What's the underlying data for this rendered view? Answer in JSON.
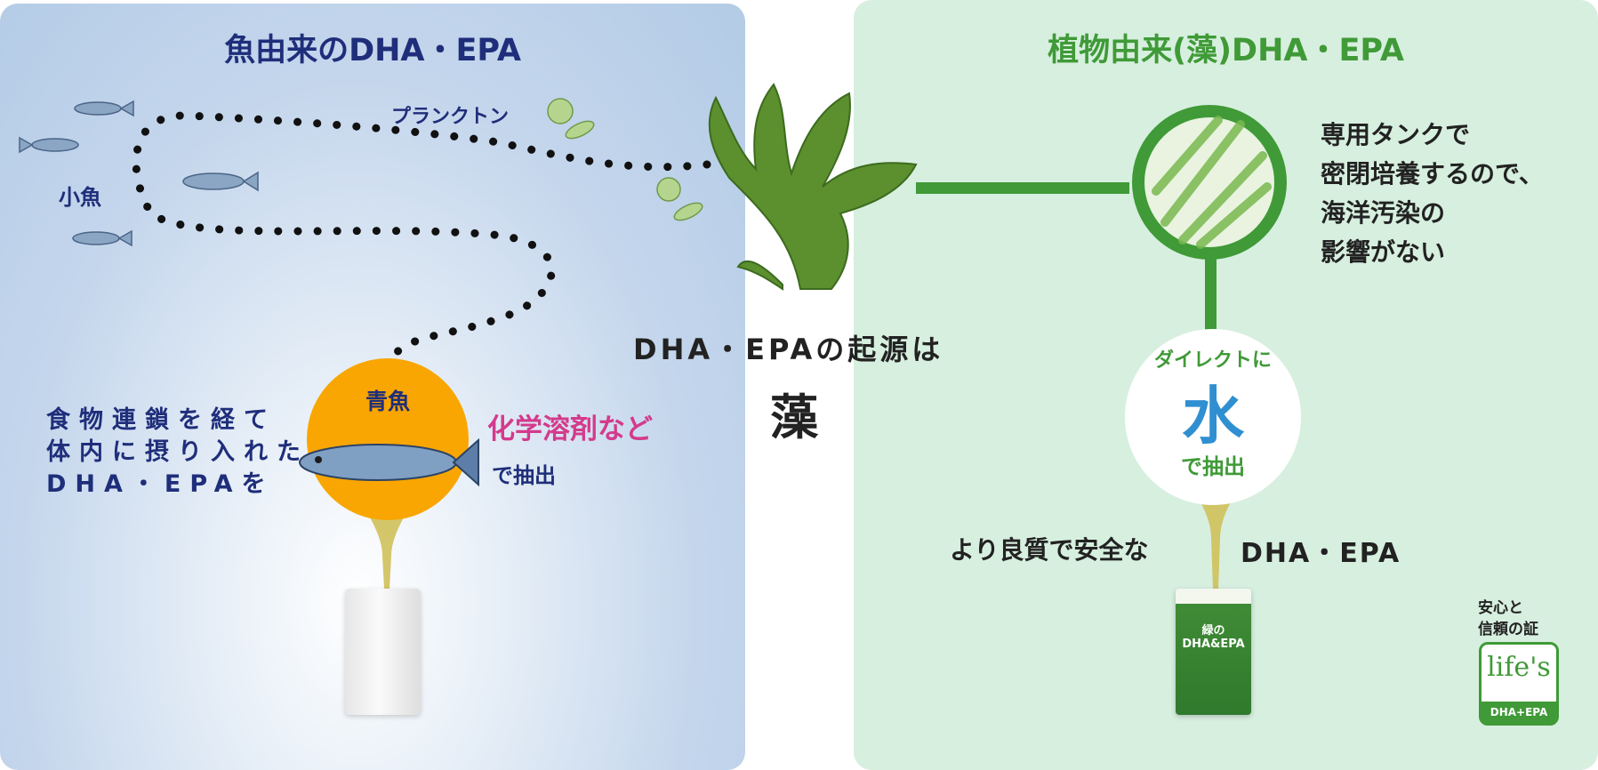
{
  "left": {
    "title": "魚由来のDHA・EPA",
    "small_fish_label": "小魚",
    "plankton_label": "プランクトン",
    "blue_fish_label": "青魚",
    "description_lines": [
      "食物連鎖を経て",
      "体内に摂り入れた",
      "DHA・EPAを"
    ],
    "solvent_label": "化学溶剤など",
    "extract_label": "で抽出"
  },
  "center": {
    "origin_label": "DHA・EPAの起源は",
    "algae_label": "藻"
  },
  "right": {
    "title": "植物由来(藻)DHA・EPA",
    "tank_lines": [
      "専用タンクで",
      "密閉培養するので、",
      "海洋汚染の",
      "影響がない"
    ],
    "direct_label": "ダイレクトに",
    "water_label": "水",
    "extract_label": "で抽出",
    "quality_label": "より良質で安全な",
    "product_label": "DHA・EPA",
    "package_name": "緑のDHA&EPA",
    "trust_lines": [
      "安心と",
      "信頼の証"
    ],
    "logo_main": "life's",
    "logo_sub": "DHA+EPA"
  },
  "colors": {
    "navy": "#1f2e7a",
    "green": "#3f9a37",
    "orange": "#f9a602",
    "magenta": "#d43a8c",
    "water_blue": "#2f8fd1"
  }
}
